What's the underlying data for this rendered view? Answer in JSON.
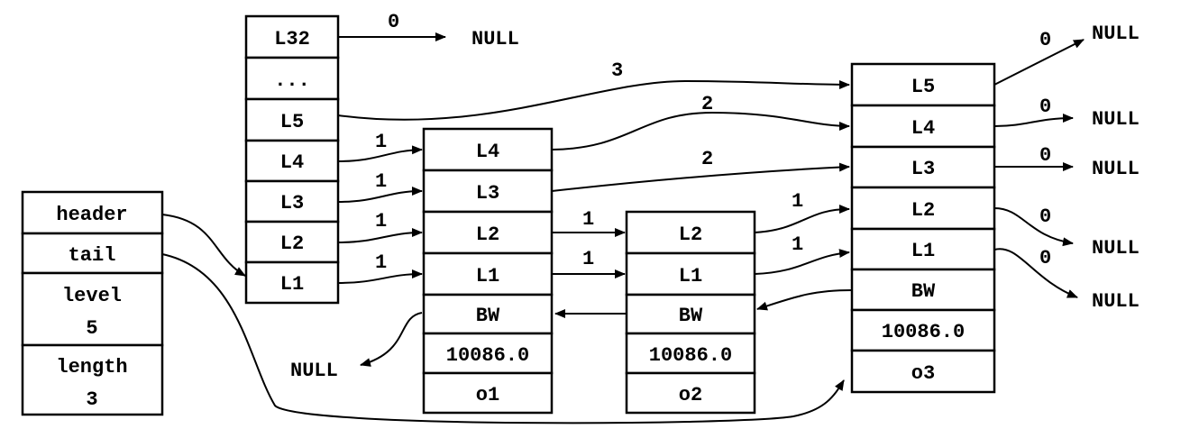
{
  "skiplist": {
    "header": "header",
    "tail": "tail",
    "level_label": "level",
    "level_value": "5",
    "length_label": "length",
    "length_value": "3"
  },
  "header_node": {
    "levels": [
      "L32",
      "...",
      "L5",
      "L4",
      "L3",
      "L2",
      "L1"
    ]
  },
  "nodes": [
    {
      "levels": [
        "L4",
        "L3",
        "L2",
        "L1"
      ],
      "backward": "BW",
      "score": "10086.0",
      "obj": "o1"
    },
    {
      "levels": [
        "L2",
        "L1"
      ],
      "backward": "BW",
      "score": "10086.0",
      "obj": "o2"
    },
    {
      "levels": [
        "L5",
        "L4",
        "L3",
        "L2",
        "L1"
      ],
      "backward": "BW",
      "score": "10086.0",
      "obj": "o3"
    }
  ],
  "null_label": "NULL",
  "spans": {
    "header_l32": "0",
    "header_l5": "3",
    "header_l4": "1",
    "header_l3": "1",
    "header_l2": "1",
    "header_l1": "1",
    "o1_l4": "2",
    "o1_l3": "2",
    "o1_l2": "1",
    "o1_l1": "1",
    "o2_l2": "1",
    "o2_l1": "1",
    "o3_l5": "0",
    "o3_l4": "0",
    "o3_l3": "0",
    "o3_l2": "0",
    "o3_l1": "0"
  }
}
